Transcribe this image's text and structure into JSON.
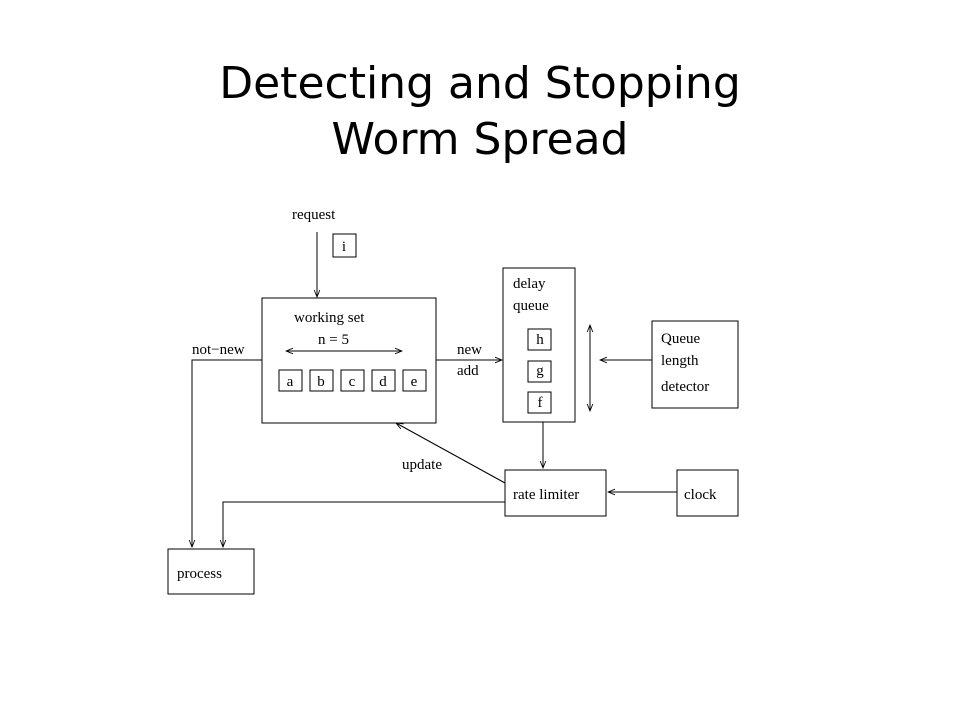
{
  "title": {
    "line1": "Detecting and Stopping",
    "line2": "Worm Spread"
  },
  "diagram": {
    "request_label": "request",
    "request_item": "i",
    "working_set": {
      "label": "working set",
      "size_label": "n = 5",
      "items": [
        "a",
        "b",
        "c",
        "d",
        "e"
      ]
    },
    "not_new_label": "not−new",
    "new_add_label": [
      "new",
      "add"
    ],
    "delay_queue": {
      "label": [
        "delay",
        "queue"
      ],
      "items": [
        "h",
        "g",
        "f"
      ]
    },
    "queue_length_detector_label": [
      "Queue",
      "length",
      "detector"
    ],
    "update_label": "update",
    "rate_limiter_label": "rate limiter",
    "clock_label": "clock",
    "process_label": "process"
  }
}
